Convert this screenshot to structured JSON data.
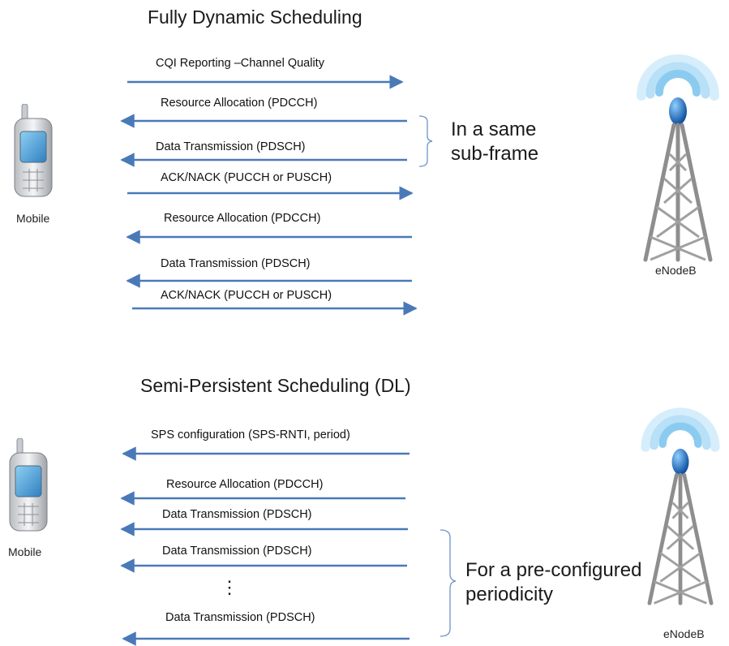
{
  "top": {
    "title": "Fully Dynamic Scheduling",
    "messages": [
      "CQI Reporting –Channel Quality",
      "Resource Allocation (PDCCH)",
      "Data Transmission (PDSCH)",
      "ACK/NACK (PUCCH or PUSCH)",
      "Resource Allocation (PDCCH)",
      "Data Transmission (PDSCH)",
      "ACK/NACK (PUCCH or PUSCH)"
    ],
    "note": "In a same\nsub-frame",
    "mobile_label": "Mobile",
    "enodeb_label": "eNodeB"
  },
  "bottom": {
    "title": "Semi-Persistent Scheduling (DL)",
    "messages": [
      "SPS configuration (SPS-RNTI, period)",
      "Resource Allocation (PDCCH)",
      "Data Transmission (PDSCH)",
      "Data Transmission (PDSCH)",
      "Data Transmission (PDSCH)"
    ],
    "ellipsis": "⋮",
    "note": "For a pre-configured\nperiodicity",
    "mobile_label": "Mobile",
    "enodeb_label": "eNodeB"
  },
  "colors": {
    "arrow": "#4a79b8",
    "brace": "#6e93c8",
    "tower": "#8e8e8e",
    "wave": "#7cc3ee",
    "bulb": "#1a5fb4"
  },
  "icons": {
    "mobile": "mobile-phone-icon",
    "enodeb": "cell-tower-icon"
  }
}
